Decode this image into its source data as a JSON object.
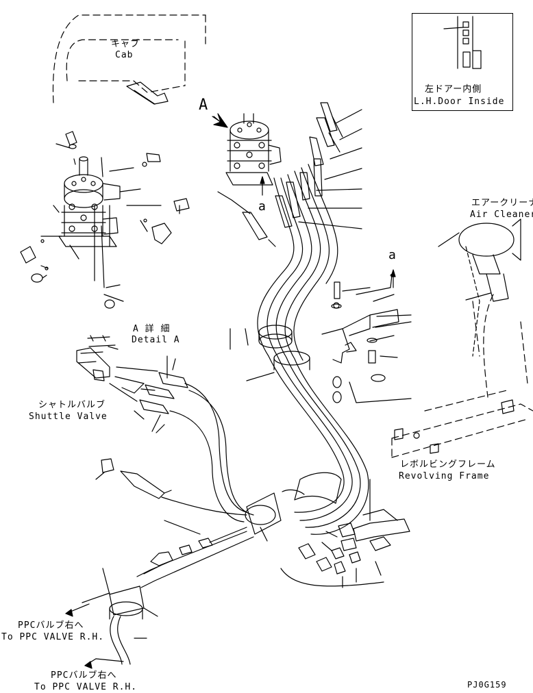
{
  "labels": {
    "cab_jp": "キャブ",
    "cab_en": "Cab",
    "inset_jp": "左ドアー内側",
    "inset_en": "L.H.Door Inside",
    "view_marker": "A",
    "arrow_a_upper": "a",
    "arrow_a_right": "a",
    "air_cleaner_jp": "エアークリーナ",
    "air_cleaner_en": "Air Cleaner",
    "detail_jp": "A 詳 細",
    "detail_en": "Detail A",
    "shuttle_jp": "シャトルバルブ",
    "shuttle_en": "Shuttle Valve",
    "frame_jp": "レボルビングフレーム",
    "frame_en": "Revolving Frame",
    "ppc1_jp": "PPCバルブ右へ",
    "ppc1_en": "To PPC VALVE R.H.",
    "ppc2_jp": "PPCバルブ右へ",
    "ppc2_en": "To PPC VALVE R.H.",
    "code": "PJ0G159"
  }
}
